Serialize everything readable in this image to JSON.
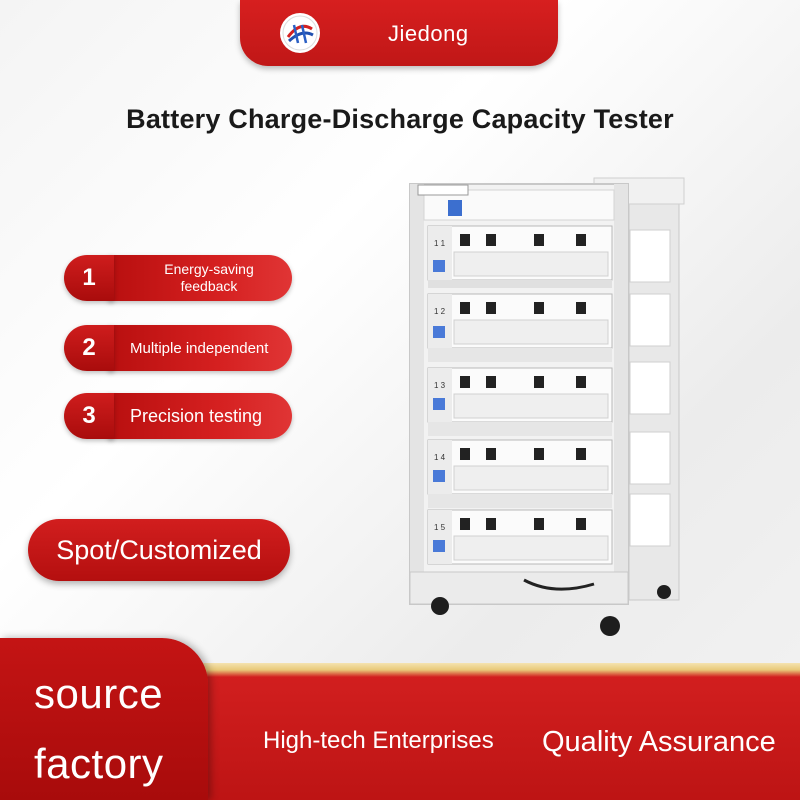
{
  "header": {
    "brand": "Jiedong",
    "logo_icon": "jiedong-logo-icon",
    "accent_color": "#c81818"
  },
  "title": "Battery Charge-Discharge Capacity Tester",
  "features": [
    {
      "number": "1",
      "label": "Energy-saving feedback"
    },
    {
      "number": "2",
      "label": "Multiple independent"
    },
    {
      "number": "3",
      "label": "Precision testing"
    }
  ],
  "spot_button": "Spot/Customized",
  "product": {
    "image_icon": "battery-tester-cabinet-image",
    "module_labels": [
      "1 1",
      "1 2",
      "1 3",
      "1 4",
      "1 5"
    ]
  },
  "footer": {
    "source_line1": "source",
    "source_line2": "factory",
    "slogan_left": "High-tech Enterprises",
    "slogan_right": "Quality Assurance"
  }
}
